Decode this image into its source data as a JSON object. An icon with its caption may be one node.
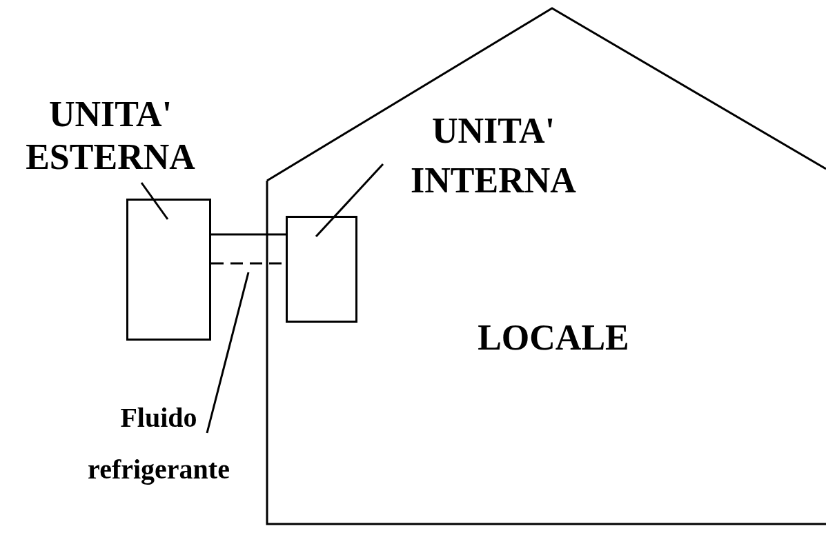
{
  "diagram": {
    "nodes": [
      {
        "text": [
          "UNITA' ESTERNA"
        ]
      },
      {
        "text": [],
        "shape": "box"
      },
      {
        "text": [
          "LOCALE"
        ]
      },
      {
        "text": [
          "UNITA' INTERNA"
        ],
        "in": 2
      },
      {
        "text": [],
        "shape": "box",
        "in": 2
      },
      {
        "text": [
          "Fluido refrigerante"
        ]
      }
    ],
    "edges": [
      {
        "from": 0,
        "to": 1,
        "arrow": "none"
      },
      {
        "from": 3,
        "to": 4,
        "arrow": "none"
      },
      {
        "from": 1,
        "to": 4,
        "arrow": "none"
      },
      {
        "from": 1,
        "to": 4,
        "arrow": "none",
        "style": "dashed"
      },
      {
        "from": 5,
        "to": null,
        "arrow": "none"
      }
    ]
  }
}
